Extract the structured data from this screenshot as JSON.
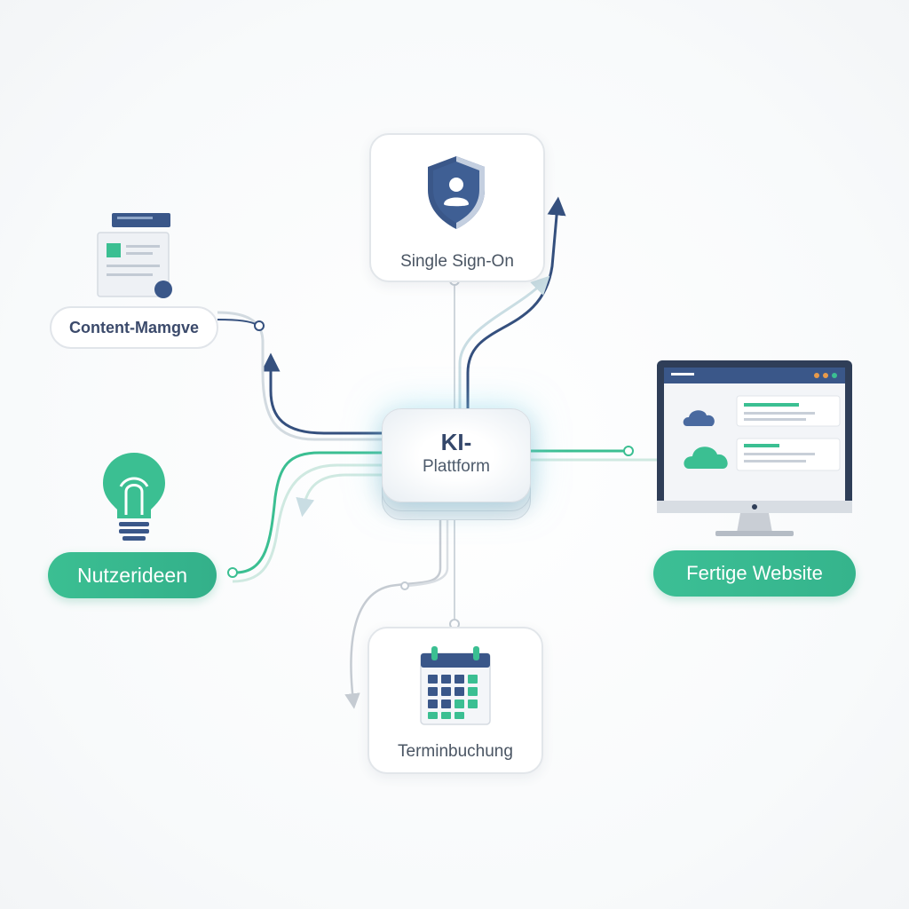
{
  "hub": {
    "title": "KI-",
    "subtitle": "Plattform"
  },
  "nodes": {
    "single_sign_on": {
      "label": "Single Sign-On",
      "icon": "shield-user-icon"
    },
    "content_management": {
      "label": "Content-Mamgve",
      "icon": "document-icon"
    },
    "nutzerideen": {
      "label": "Nutzerideen",
      "icon": "lightbulb-icon"
    },
    "fertige_website": {
      "label": "Fertige Website",
      "icon": "monitor-website-icon"
    },
    "terminbuchung": {
      "label": "Terminbuchung",
      "icon": "calendar-icon"
    }
  },
  "colors": {
    "navy": "#35507e",
    "green": "#3bbf92",
    "border": "#e2e6ea",
    "text": "#4a5563"
  }
}
